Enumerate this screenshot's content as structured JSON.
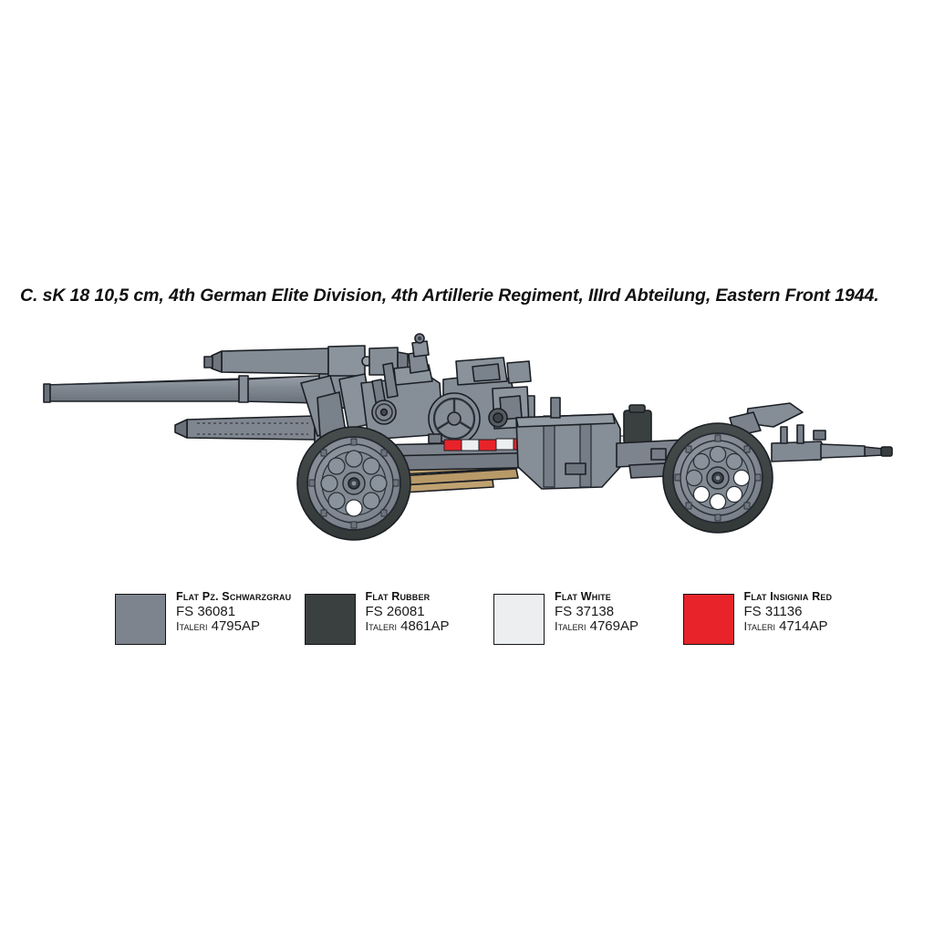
{
  "caption": {
    "text": "C. sK 18 10,5 cm, 4th German Elite Division, 4th Artillerie Regiment, IIIrd Abteilung, Eastern Front 1944."
  },
  "illustration": {
    "subject": "sK 18 10,5 cm German heavy field gun in travel configuration, left side profile view",
    "body_color": "#7d848e",
    "outline_color": "#1b1f24",
    "tire_color": "#3a403f",
    "marking_red": "#e8232a",
    "marking_white": "#eceef0",
    "wood_color": "#c0a271"
  },
  "legend": {
    "entries": [
      {
        "name": "Flat Pz. Schwarzgrau",
        "fs": "FS 36081",
        "brand": "Italeri",
        "code": "4795AP",
        "color": "#7d848e",
        "border": "#151515"
      },
      {
        "name": "Flat Rubber",
        "fs": "FS 26081",
        "brand": "Italeri",
        "code": "4861AP",
        "color": "#3a403f",
        "border": "#151515"
      },
      {
        "name": "Flat White",
        "fs": "FS 37138",
        "brand": "Italeri",
        "code": "4769AP",
        "color": "#eceef0",
        "border": "#151515"
      },
      {
        "name": "Flat Insignia Red",
        "fs": "FS 31136",
        "brand": "Italeri",
        "code": "4714AP",
        "color": "#e8232a",
        "border": "#151515"
      }
    ]
  }
}
